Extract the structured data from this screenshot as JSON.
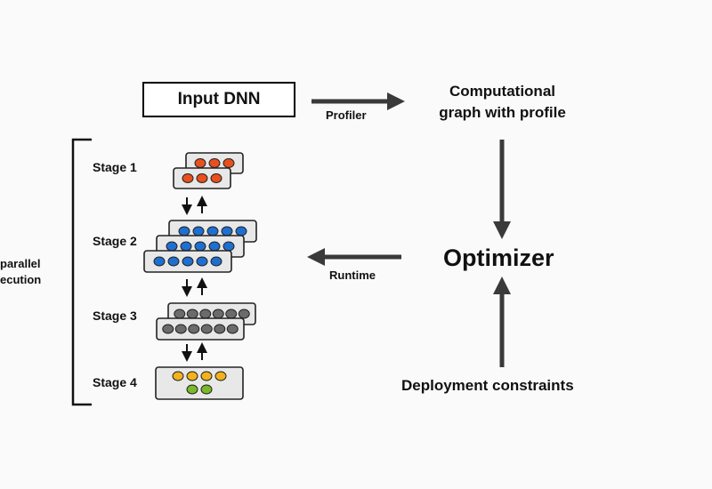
{
  "input_box": {
    "label": "Input DNN"
  },
  "profiler_label": "Profiler",
  "graph_label": [
    "Computational",
    "graph with profile"
  ],
  "optimizer_label": "Optimizer",
  "runtime_label": "Runtime",
  "constraints_label": "Deployment constraints",
  "side_label": [
    "parallel",
    "ecution"
  ],
  "stages": [
    {
      "label": "Stage 1",
      "layers": 2,
      "nodes_per_layer": 3,
      "color": "#e8501d"
    },
    {
      "label": "Stage 2",
      "layers": 3,
      "nodes_per_layer": 5,
      "color": "#1f6fd0"
    },
    {
      "label": "Stage 3",
      "layers": 2,
      "nodes_per_layer": 6,
      "color": "#6b6b6b"
    },
    {
      "label": "Stage 4",
      "layers": 1,
      "rows": [
        {
          "nodes": 4,
          "color": "#f2b21b"
        },
        {
          "nodes": 2,
          "color": "#7ab829"
        }
      ]
    }
  ],
  "colors": {
    "arrow": "#3a3a3a",
    "box_fill": "#e8e8e8",
    "box_stroke": "#222222"
  }
}
